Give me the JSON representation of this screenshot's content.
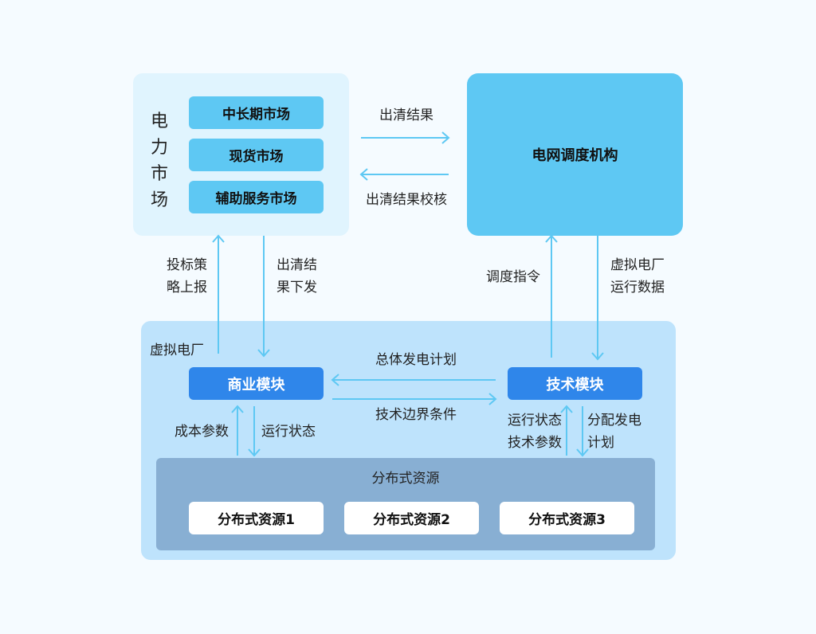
{
  "colors": {
    "arrow": "#5ec8f3",
    "market_bg": "#e0f4fe",
    "grid": "#5ec8f3",
    "vpp_bg": "#bee3fc",
    "module": "#2f86ea",
    "resource_bg": "#88afd3"
  },
  "market": {
    "title": "电力市场",
    "items": [
      "中长期市场",
      "现货市场",
      "辅助服务市场"
    ]
  },
  "grid": {
    "title": "电网调度机构"
  },
  "links": {
    "clearing_result": "出清结果",
    "clearing_check": "出清结果校核",
    "bid_strategy": [
      "投标策",
      "略上报"
    ],
    "clearing_issue": [
      "出清结",
      "果下发"
    ],
    "dispatch_cmd": "调度指令",
    "vpp_data": [
      "虚拟电厂",
      "运行数据"
    ],
    "overall_plan": "总体发电计划",
    "tech_boundary": "技术边界条件",
    "cost_params": "成本参数",
    "run_state": "运行状态",
    "state_tech": [
      "运行状态",
      "技术参数"
    ],
    "alloc_plan": [
      "分配发电",
      "计划"
    ]
  },
  "vpp": {
    "title": "虚拟电厂",
    "business": "商业模块",
    "technical": "技术模块"
  },
  "resources": {
    "title": "分布式资源",
    "items": [
      "分布式资源1",
      "分布式资源2",
      "分布式资源3"
    ]
  }
}
